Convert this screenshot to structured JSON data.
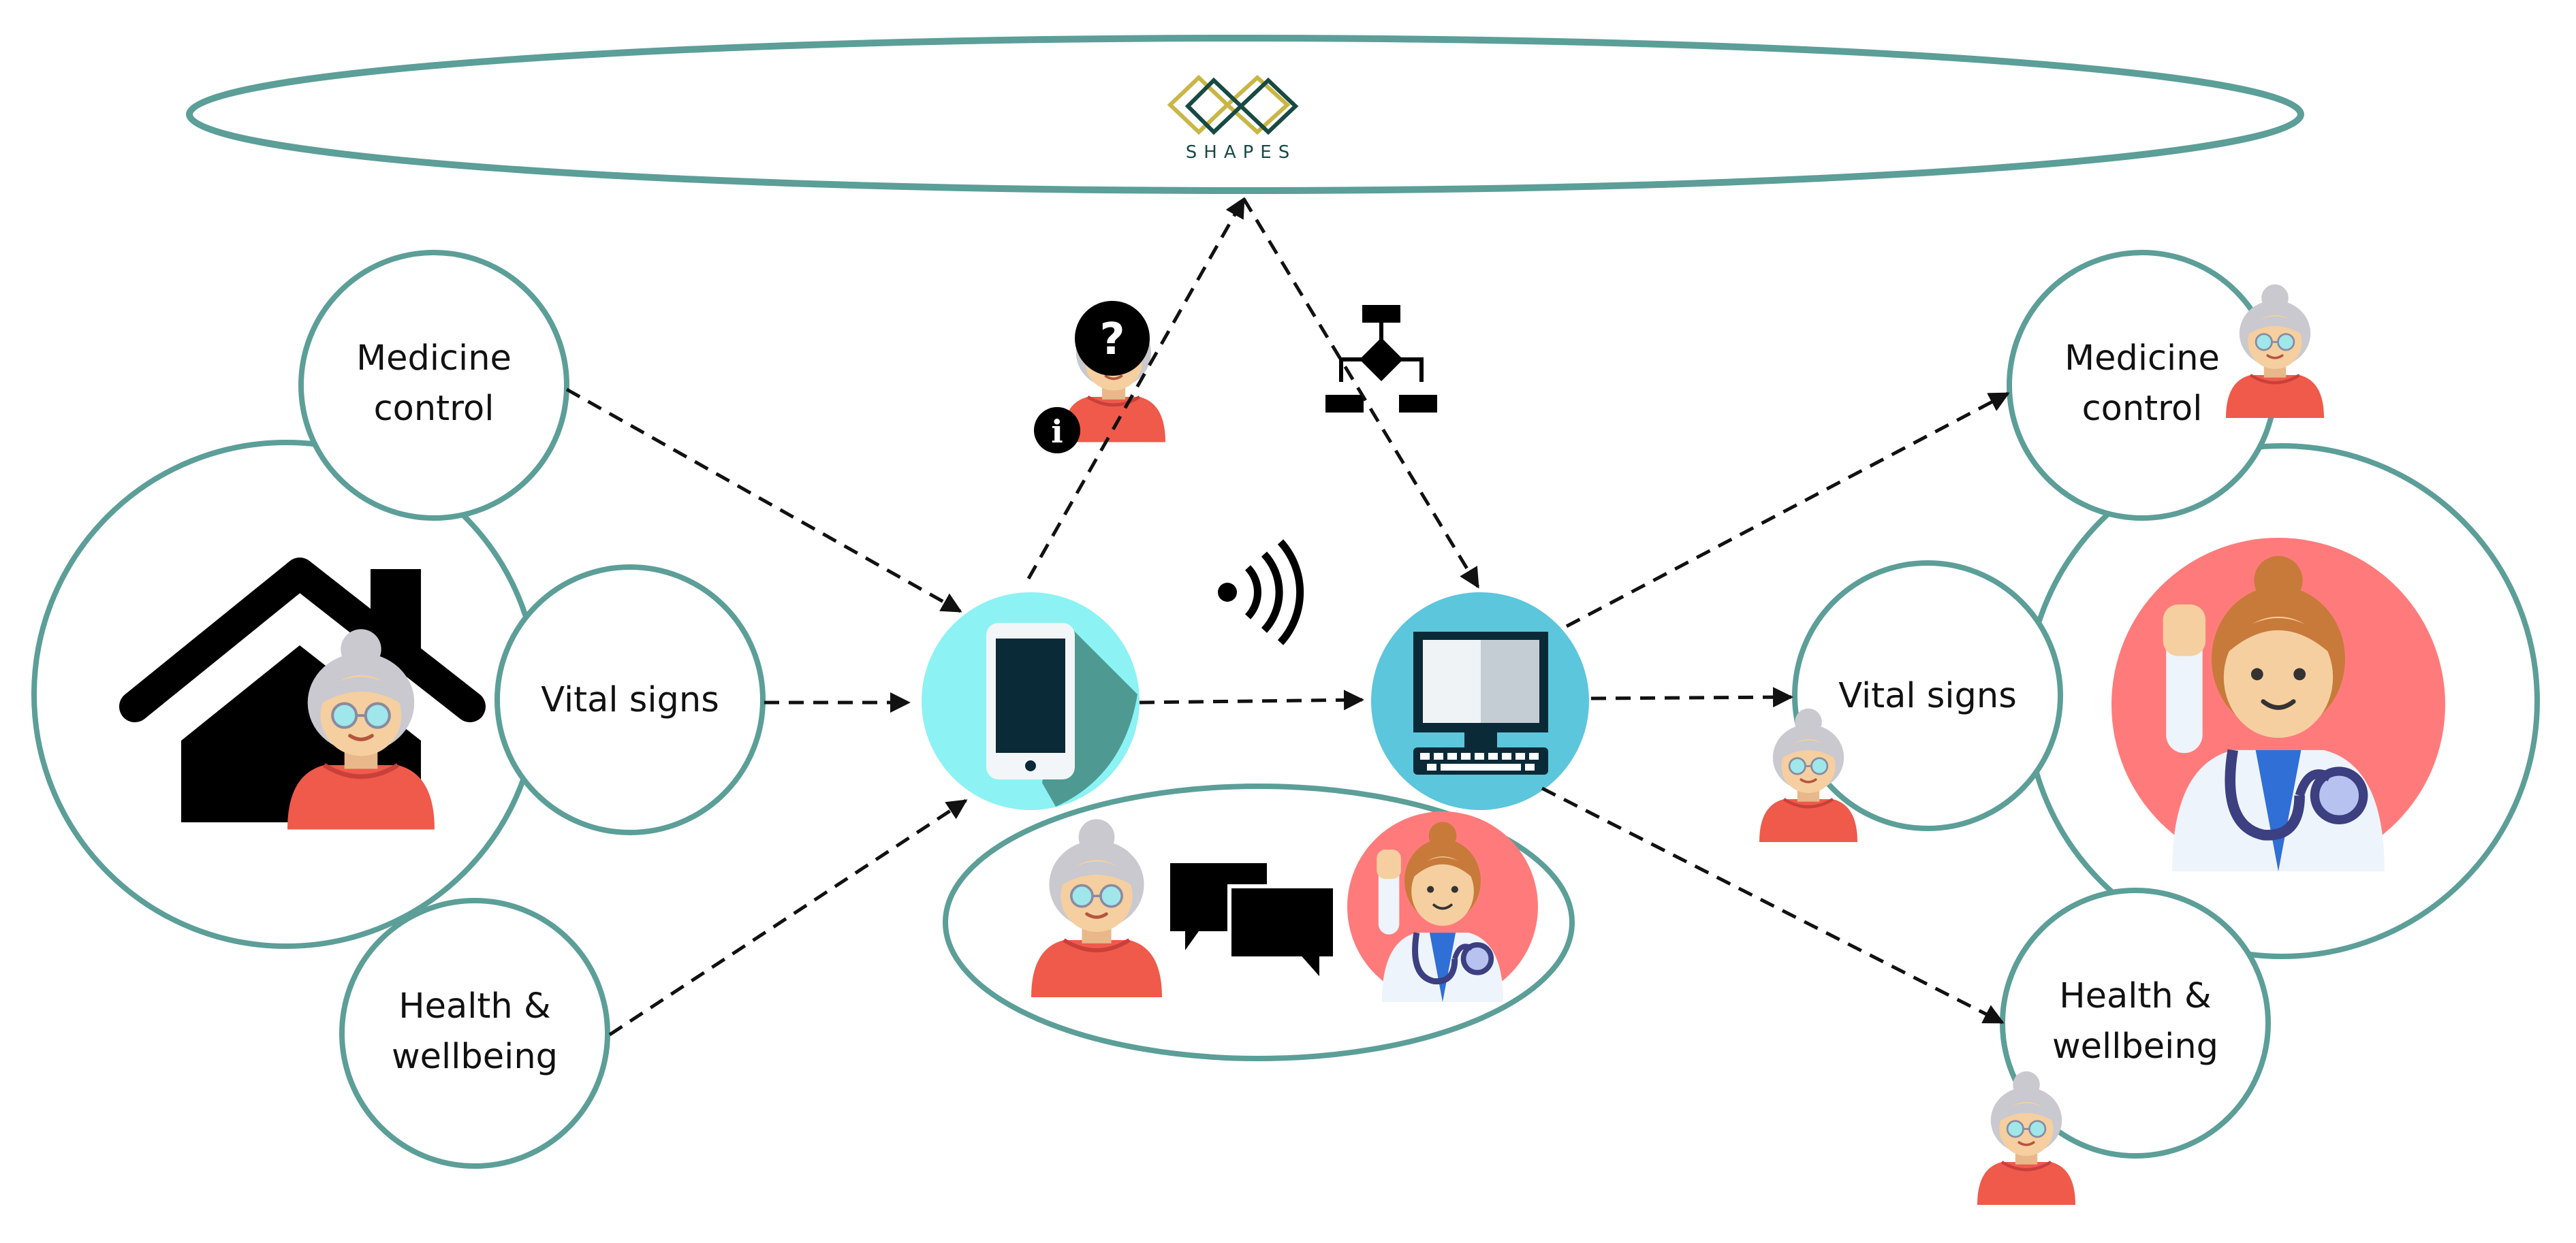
{
  "colors": {
    "ring": "#5c9e98",
    "arrow": "#111111",
    "skin": "#f5cfa0",
    "hair_grey": "#c9c9cf",
    "glasses": "#9fe7ea",
    "shirt_red": "#ef5a4b",
    "phone_circle": "#8df2f4",
    "nurse_bg": "#ff7b7b",
    "nurse_hair": "#c87a3a",
    "stethoscope": "#3c3f80",
    "logo_dark": "#184a44",
    "logo_gold": "#c9b646"
  },
  "logo": {
    "text": "SHAPES",
    "icon": "infinity-chain-icon"
  },
  "left": {
    "medicine_label": "Medicine control",
    "vitals_label": "Vital signs",
    "health_label": "Health & wellbeing"
  },
  "right": {
    "medicine_label": "Medicine control",
    "vitals_label": "Vital signs",
    "health_label": "Health & wellbeing"
  },
  "icons": {
    "home": "house-with-elderly-woman-icon",
    "phone": "smartphone-icon",
    "computer": "desktop-computer-icon",
    "wireless": "wireless-signal-icon",
    "flow": "flowchart-icon",
    "question": "elderly-question-info-icon",
    "chat": "speech-bubbles-icon",
    "doctor": "doctor-icon"
  }
}
